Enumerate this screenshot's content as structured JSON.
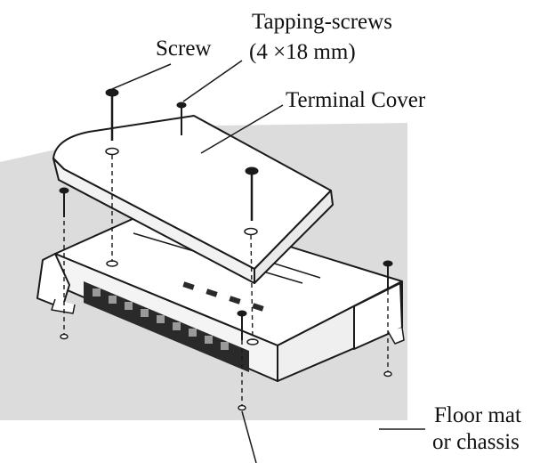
{
  "labels": {
    "screw": "Screw",
    "tapping_screws": "Tapping-screws",
    "tapping_size": "(4 ×18 mm)",
    "terminal_cover": "Terminal Cover",
    "floor_line1": "Floor mat",
    "floor_line2": "or chassis"
  },
  "colors": {
    "floor_shade": "#dcdcdc",
    "outline": "#1a1a1a",
    "body_fill": "#ffffff"
  }
}
